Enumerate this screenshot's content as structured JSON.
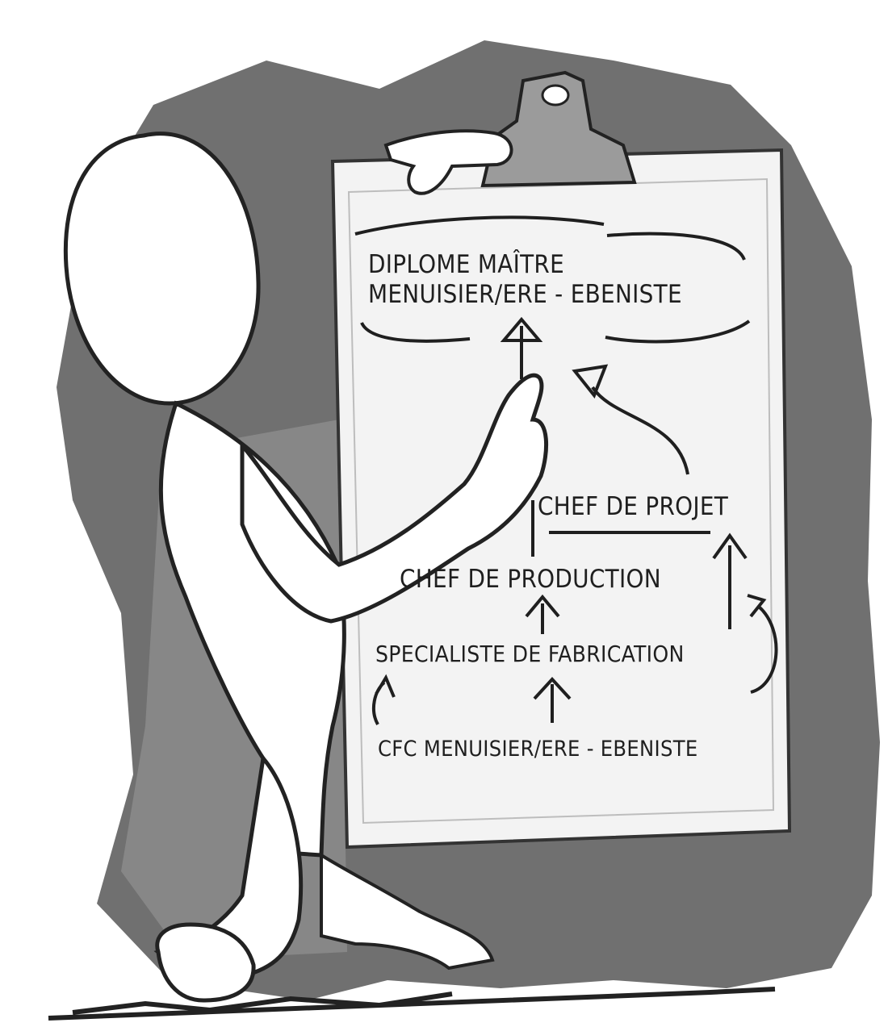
{
  "diagram": {
    "career_steps": [
      {
        "id": "diplome-line-1",
        "text": "DIPLOME MAÎTRE"
      },
      {
        "id": "diplome-line-2",
        "text": "MENUISIER/ERE - EBENISTE"
      },
      {
        "id": "chef-projet",
        "text": "CHEF DE PROJET"
      },
      {
        "id": "chef-production",
        "text": "CHEF DE PRODUCTION"
      },
      {
        "id": "specialiste",
        "text": "SPECIALISTE DE FABRICATION"
      },
      {
        "id": "cfc",
        "text": "CFC MENUISIER/ERE - EBENISTE"
      }
    ]
  },
  "colors": {
    "background": "#ffffff",
    "shading": "#6e6e6e",
    "board": "#f3f3f3",
    "ink": "#1f1f1f"
  }
}
